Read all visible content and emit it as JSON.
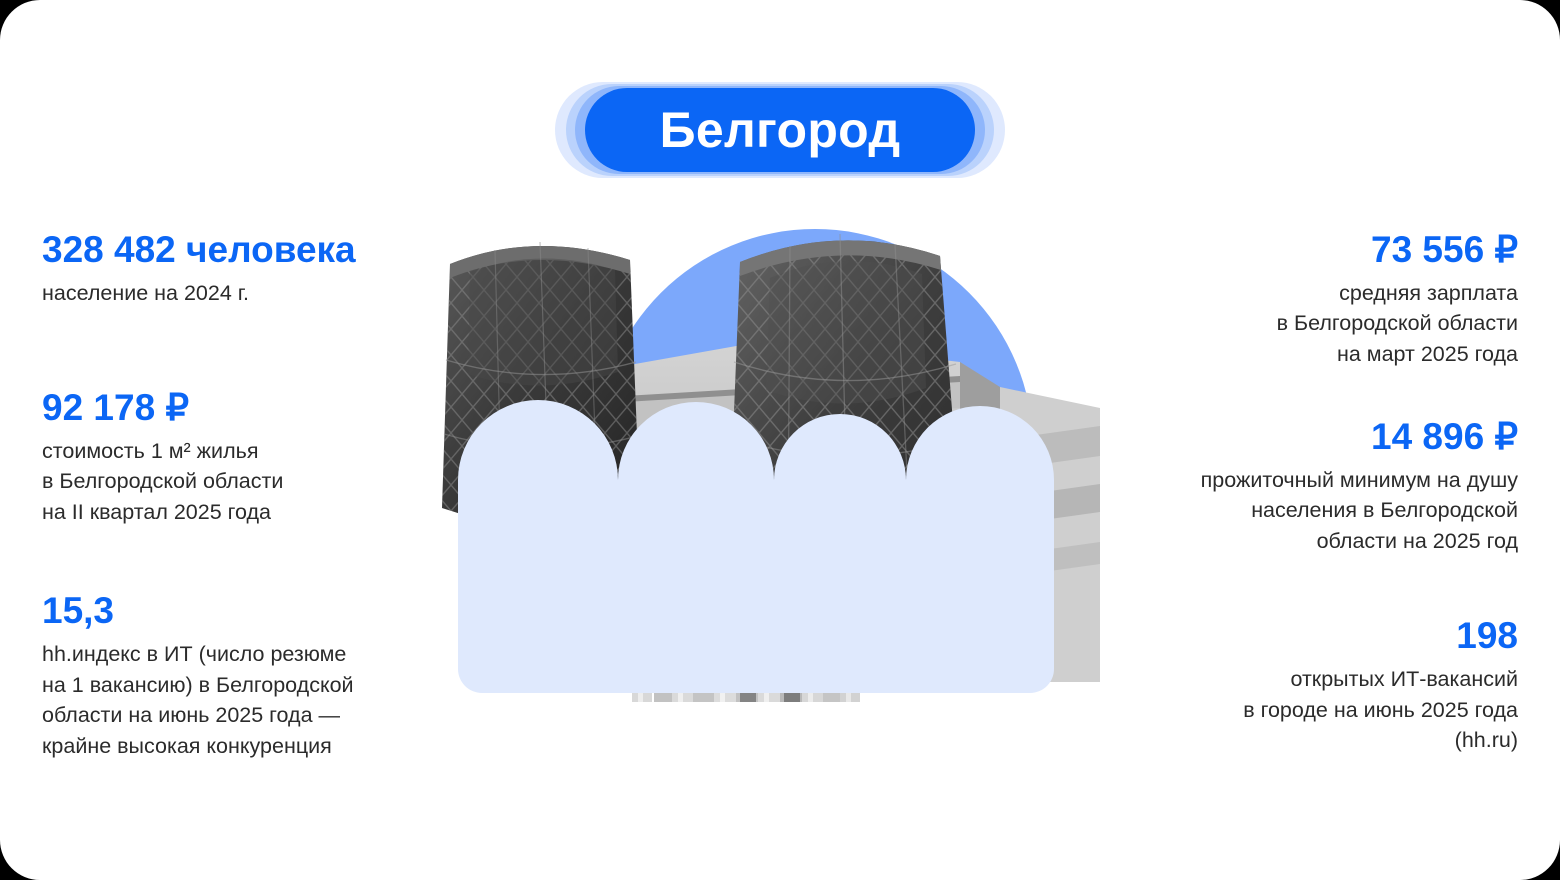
{
  "header": {
    "title": "Белгород"
  },
  "colors": {
    "accent": "#0b66f5",
    "circle": "#7ca8fb",
    "cloud": "#dfe9fd",
    "text": "#2b2b2b",
    "card_bg": "#ffffff"
  },
  "left_column": [
    {
      "name": "population",
      "value": "328 482 человека",
      "desc": [
        "население на 2024 г."
      ]
    },
    {
      "name": "housing-price",
      "value": "92 178 ₽",
      "desc": [
        "стоимость 1 м² жилья",
        "в Белгородской области",
        "на II квартал 2025 года"
      ]
    },
    {
      "name": "hh-index",
      "value": "15,3",
      "desc": [
        "hh.индекс в ИТ (число резюме",
        "на 1 вакансию) в Белгородской",
        "области на июнь 2025 года —",
        "крайне высокая конкуренция"
      ]
    }
  ],
  "right_column": [
    {
      "name": "average-salary",
      "value": "73 556 ₽",
      "desc": [
        "средняя зарплата",
        "в Белгородской области",
        "на март 2025 года"
      ]
    },
    {
      "name": "living-wage",
      "value": "14 896 ₽",
      "desc": [
        "прожиточный минимум на душу",
        "населения в Белгородской",
        "области на 2025 год"
      ]
    },
    {
      "name": "it-vacancies",
      "value": "198",
      "desc": [
        "открытых ИТ-вакансий",
        "в городе на июнь 2025 года",
        "(hh.ru)"
      ]
    }
  ],
  "artwork": {
    "description": "Белгородский драматический театр и башни бизнес-центра",
    "circle_label": "blue-circle-backdrop",
    "cloud_label": "cloud-foreground"
  }
}
